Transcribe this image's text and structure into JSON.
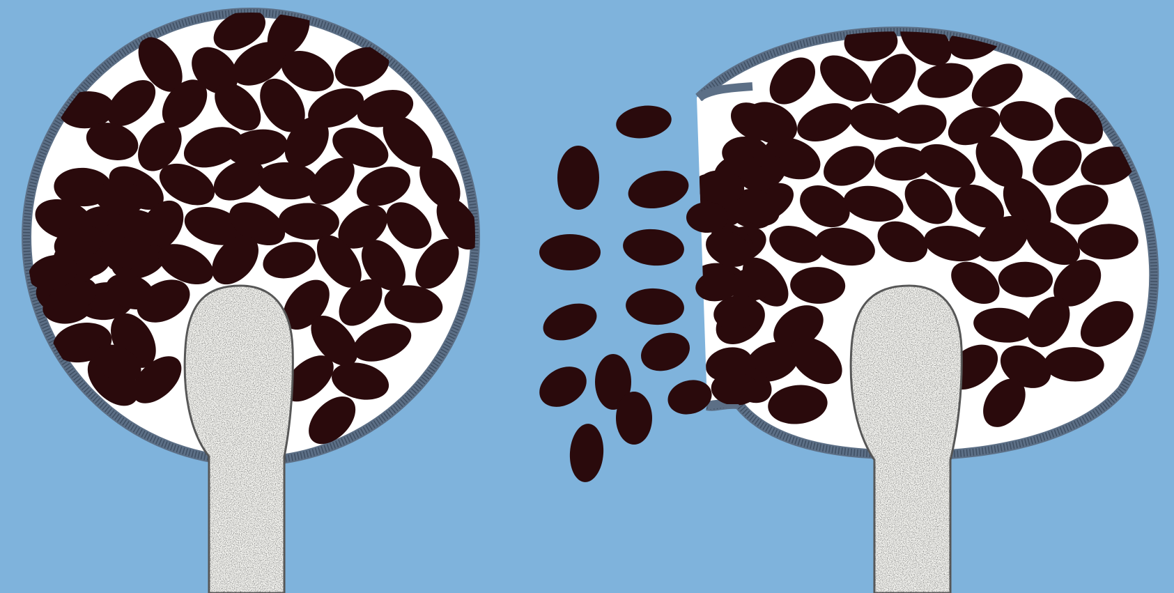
{
  "figure": {
    "panels": [
      {
        "id": "intact",
        "state": "closed"
      },
      {
        "id": "ruptured",
        "state": "releasing"
      }
    ]
  },
  "colors": {
    "background": "#7fb3dc",
    "wall": "#5c6f86",
    "interior": "#ffffff",
    "spore": "#2a0a0c",
    "columella": "#f4f4f0",
    "stipple": "#2b2b2b"
  },
  "icons": {
    "spore": "oval-spore-shape",
    "columella": "bulb-stalk-shape"
  }
}
